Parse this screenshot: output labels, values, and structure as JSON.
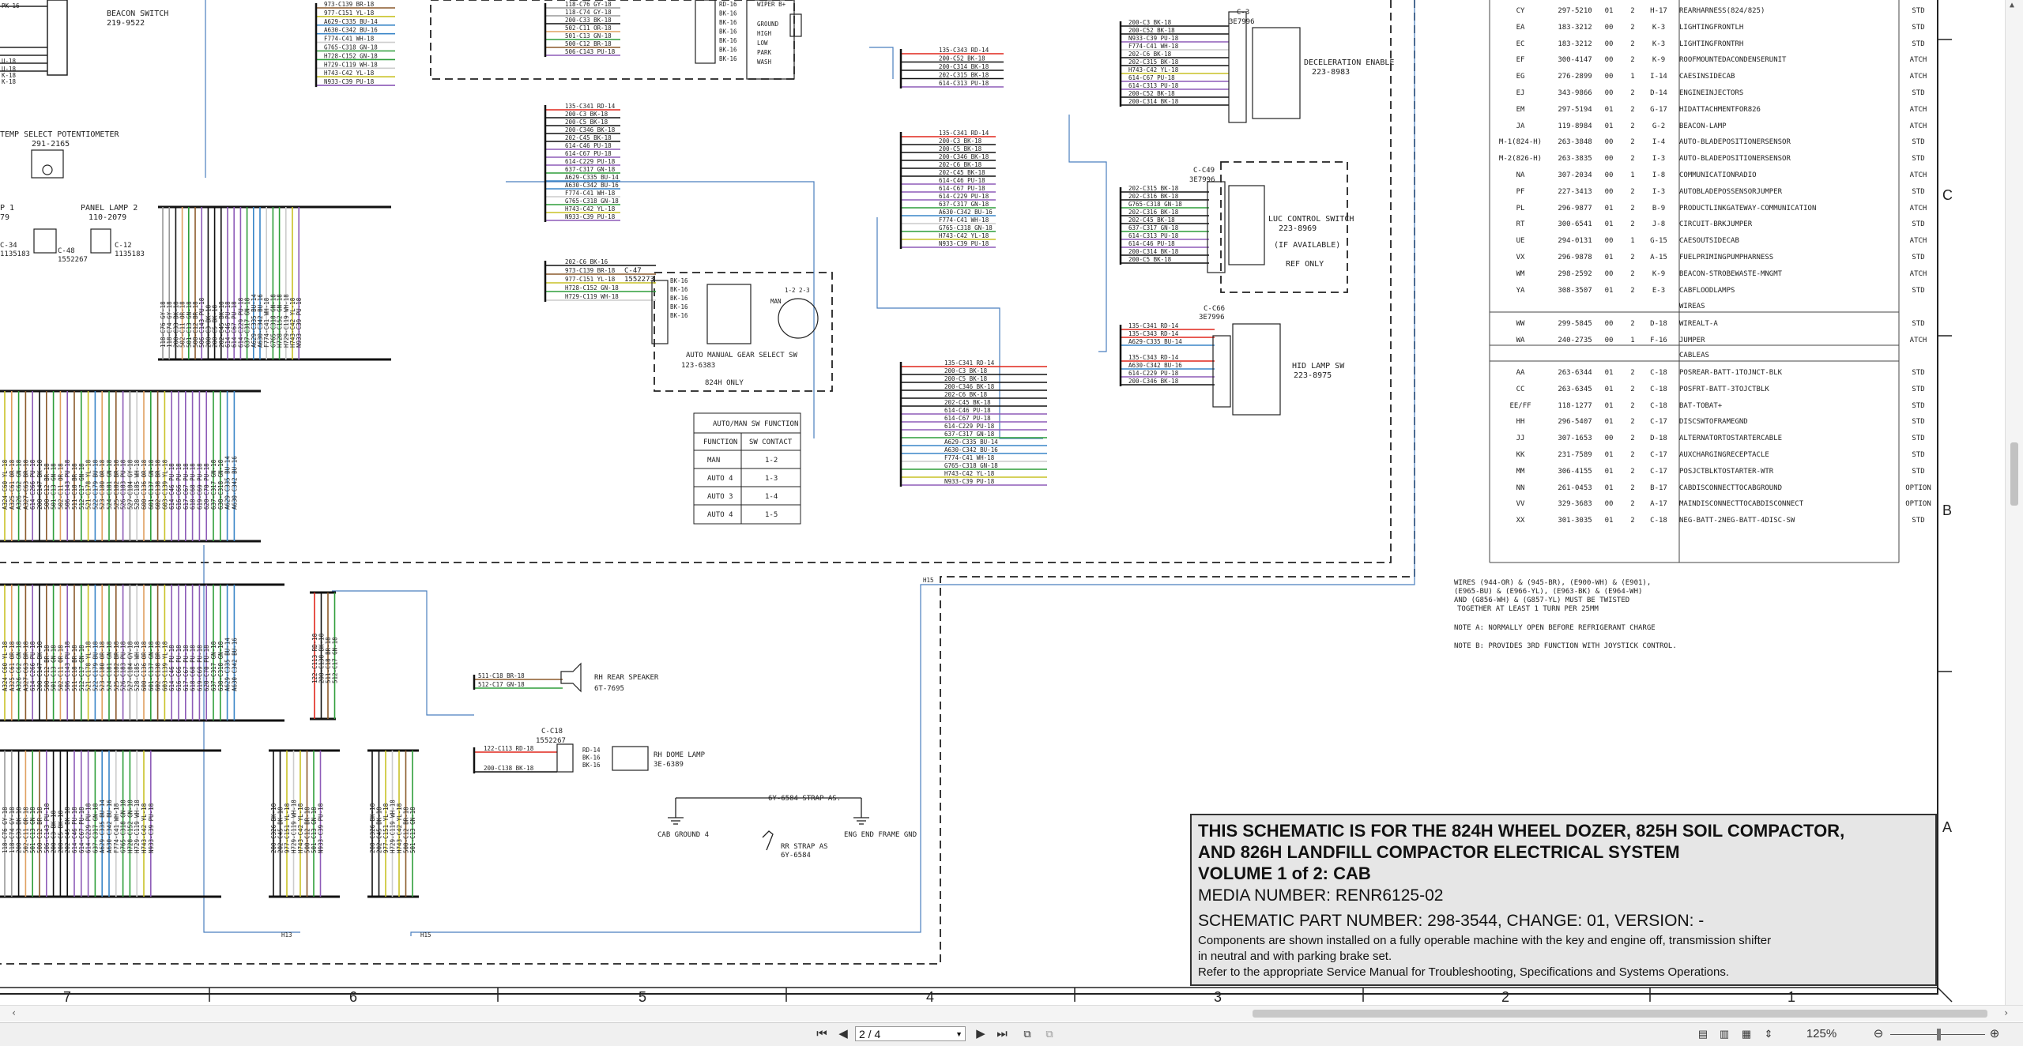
{
  "toolbar": {
    "page_value": "2 / 4",
    "zoom": "125%",
    "first_icon": "first-page-icon",
    "prev_icon": "prev-page-icon",
    "next_icon": "next-page-icon",
    "last_icon": "last-page-icon"
  },
  "title_block": {
    "line1": "THIS SCHEMATIC IS FOR THE 824H WHEEL DOZER, 825H SOIL COMPACTOR,",
    "line2": "AND 826H LANDFILL COMPACTOR ELECTRICAL SYSTEM",
    "line3": "VOLUME 1 of 2: CAB",
    "media": "MEDIA NUMBER: RENR6125-02",
    "part": "SCHEMATIC PART NUMBER: 298-3544, CHANGE: 01, VERSION: -",
    "note1": "Components are shown installed on a fully operable machine with the key and engine off, transmission shifter",
    "note2": "in neutral and with parking brake set.",
    "note3": "Refer to the appropriate Service Manual for Troubleshooting, Specifications and Systems Operations."
  },
  "zones": {
    "columns": [
      "7",
      "6",
      "5",
      "4",
      "3",
      "2",
      "1"
    ],
    "rows": [
      "C",
      "B",
      "A"
    ]
  },
  "harness_table": {
    "rows": [
      [
        "CY",
        "297-5210",
        "01",
        "2",
        "H-17",
        "REARHARNESS(824/825)",
        "STD"
      ],
      [
        "EA",
        "183-3212",
        "00",
        "2",
        "K-3",
        "LIGHTINGFRONTLH",
        "STD"
      ],
      [
        "EC",
        "183-3212",
        "00",
        "2",
        "K-3",
        "LIGHTINGFRONTRH",
        "STD"
      ],
      [
        "EF",
        "300-4147",
        "00",
        "2",
        "K-9",
        "ROOFMOUNTEDACONDENSERUNIT",
        "ATCH"
      ],
      [
        "EG",
        "276-2899",
        "00",
        "1",
        "I-14",
        "CAESINSIDECAB",
        "ATCH"
      ],
      [
        "EJ",
        "343-9866",
        "00",
        "2",
        "D-14",
        "ENGINEINJECTORS",
        "STD"
      ],
      [
        "EM",
        "297-5194",
        "01",
        "2",
        "G-17",
        "HIDATTACHMENTFOR826",
        "ATCH"
      ],
      [
        "JA",
        "119-8984",
        "01",
        "2",
        "G-2",
        "BEACON-LAMP",
        "ATCH"
      ],
      [
        "M-1(824-H)",
        "263-3848",
        "00",
        "2",
        "I-4",
        "AUTO-BLADEPOSITIONERSENSOR",
        "STD"
      ],
      [
        "M-2(826-H)",
        "263-3835",
        "00",
        "2",
        "I-3",
        "AUTO-BLADEPOSITIONERSENSOR",
        "STD"
      ],
      [
        "NA",
        "307-2034",
        "00",
        "1",
        "I-8",
        "COMMUNICATIONRADIO",
        "ATCH"
      ],
      [
        "PF",
        "227-3413",
        "00",
        "2",
        "I-3",
        "AUTOBLADEPOSSENSORJUMPER",
        "STD"
      ],
      [
        "PL",
        "296-9877",
        "01",
        "2",
        "B-9",
        "PRODUCTLINKGATEWAY-COMMUNICATION",
        "ATCH"
      ],
      [
        "RT",
        "300-6541",
        "01",
        "2",
        "J-8",
        "CIRCUIT-BRKJUMPER",
        "STD"
      ],
      [
        "UE",
        "294-0131",
        "00",
        "1",
        "G-15",
        "CAESOUTSIDECAB",
        "ATCH"
      ],
      [
        "VX",
        "296-9878",
        "01",
        "2",
        "A-15",
        "FUELPRIMINGPUMPHARNESS",
        "STD"
      ],
      [
        "WM",
        "298-2592",
        "00",
        "2",
        "K-9",
        "BEACON-STROBEWASTE-MNGMT",
        "ATCH"
      ],
      [
        "YA",
        "308-3507",
        "01",
        "2",
        "E-3",
        "CABFLOODLAMPS",
        "STD"
      ]
    ],
    "wireas_label": "WIREAS",
    "wireas_rows": [
      [
        "WW",
        "299-5845",
        "00",
        "2",
        "D-18",
        "WIREALT-A",
        "STD"
      ],
      [
        "WA",
        "240-2735",
        "00",
        "1",
        "F-16",
        "JUMPER",
        "ATCH"
      ]
    ],
    "cableas_label": "CABLEAS",
    "cable_rows": [
      [
        "AA",
        "263-6344",
        "01",
        "2",
        "C-18",
        "POSREAR-BATT-1TOJNCT-BLK",
        "STD"
      ],
      [
        "CC",
        "263-6345",
        "01",
        "2",
        "C-18",
        "POSFRT-BATT-3TOJCTBLK",
        "STD"
      ],
      [
        "EE/FF",
        "118-1277",
        "01",
        "2",
        "C-18",
        "BAT-TOBAT+",
        "STD"
      ],
      [
        "HH",
        "296-5407",
        "01",
        "2",
        "C-17",
        "DISCSWTOFRAMEGND",
        "STD"
      ],
      [
        "JJ",
        "307-1653",
        "00",
        "2",
        "D-18",
        "ALTERNATORTOSTARTERCABLE",
        "STD"
      ],
      [
        "KK",
        "231-7589",
        "01",
        "2",
        "C-17",
        "AUXCHARGINGRECEPTACLE",
        "STD"
      ],
      [
        "MM",
        "306-4155",
        "01",
        "2",
        "C-17",
        "POSJCTBLKTOSTARTER-WTR",
        "STD"
      ],
      [
        "NN",
        "261-0453",
        "01",
        "2",
        "B-17",
        "CABDISCONNECTTOCABGROUND",
        "OPTION"
      ],
      [
        "VV",
        "329-3683",
        "00",
        "2",
        "A-17",
        "MAINDISCONNECTTOCABDISCONNECT",
        "OPTION"
      ],
      [
        "XX",
        "301-3035",
        "01",
        "2",
        "C-18",
        "NEG-BATT-2NEG-BATT-4DISC-SW",
        "STD"
      ]
    ]
  },
  "notes": {
    "twist1": "WIRES (944-OR) & (945-BR), (E900-WH) & (E901),",
    "twist2": "(E965-BU) & (E966-YL), (E963-BK) & (E964-WH)",
    "twist3": "AND (G856-WH) & (G857-YL) MUST BE TWISTED",
    "twist4": "TOGETHER AT LEAST 1 TURN PER 25MM",
    "noteA": "NOTE A:  NORMALLY OPEN BEFORE REFRIGERANT CHARGE",
    "noteB": "NOTE B:  PROVIDES 3RD FUNCTION WITH JOYSTICK CONTROL."
  },
  "components": {
    "beacon": "BEACON SWITCH",
    "beacon_pn": "219-9522",
    "temp_pot": "TEMP SELECT POTENTIOMETER",
    "temp_pot_pn": "291-2165",
    "panel_lamp": "PANEL LAMP 2",
    "panel_lamp_pn": "110-2079",
    "lamp1": "P 1",
    "lamp1_pn": "79",
    "c34": "C-34",
    "c34_pn": "1135183",
    "c48": "C-48",
    "c48_pn": "1552267",
    "c12": "C-12",
    "c12_pn": "1135183",
    "c47": "C-47",
    "c47_pn": "1552273",
    "gear_sw": "AUTO MANUAL GEAR SELECT SW",
    "gear_sw_pn": "123-6383",
    "gear_only": "824H ONLY",
    "gear_man": "MAN",
    "gear_nums": "1-2  2-3",
    "c3": "C-3",
    "c3_pn": "3E7996",
    "decel": "DECELERATION ENABLE",
    "decel_pn": "223-8983",
    "c49": "C-C49",
    "c49_pn": "3E7996",
    "luc": "LUC CONTROL SWITCH",
    "luc_pn": "223-8969",
    "luc_avail": "(IF AVAILABLE)",
    "luc_ref": "REF ONLY",
    "c66": "C-C66",
    "c66_pn": "3E7996",
    "hid": "HID LAMP SW",
    "hid_pn": "223-8975",
    "speaker": "RH REAR SPEAKER",
    "speaker_pn": "6T-7695",
    "c18": "C-C18",
    "c18_pn": "1552267",
    "dome": "RH DOME LAMP",
    "dome_pn": "3E-6389",
    "strap": "6Y-6584 STRAP AS.",
    "cab_gnd": "CAB GROUND 4",
    "eng_gnd": "ENG END FRAME GND",
    "rr_strap": "RR STRAP AS",
    "rr_strap_pn": "6Y-6584",
    "h13": "H13",
    "h15a": "H15",
    "h15b": "H15",
    "wiper": "WIPER B+",
    "ground": "GROUND",
    "high": "HIGH",
    "low": "LOW",
    "park": "PARK",
    "wash": "WASH"
  },
  "func_table": {
    "h1": "FUNCTION",
    "h2": "SW CONTACT",
    "title": "AUTO/MAN SW FUNCTION",
    "rows": [
      [
        "MAN",
        "1-2"
      ],
      [
        "AUTO 4",
        "1-3"
      ],
      [
        "AUTO 3",
        "1-4"
      ],
      [
        "AUTO 4",
        "1-5"
      ]
    ]
  },
  "wires": {
    "w_tl": [
      "973-C139 BR-18",
      "977-C151 YL-18",
      "A629-C335 BU-14",
      "A630-C342 BU-16",
      "F774-C41 WH-18",
      "G765-C318 GN-18",
      "H728-C152 GN-18",
      "H729-C119 WH-18",
      "H743-C42 YL-18",
      "N933-C39 PU-18"
    ],
    "w_wiper": [
      "118-C76 GY-18",
      "118-C74 GY-18",
      "200-C33 BK-18",
      "502-C11 OR-18",
      "501-C13 GN-18",
      "500-C12 BR-18",
      "506-C143 PU-18"
    ],
    "w_c2": [
      "135-C341 RD-14",
      "200-C3 BK-18",
      "200-C5 BK-18",
      "200-C346 BK-18",
      "202-C45 BK-18",
      "614-C46 PU-18",
      "614-C67 PU-18",
      "614-C229 PU-18",
      "637-C317 GN-18",
      "A629-C335 BU-14",
      "A630-C342 BU-16",
      "F774-C41 WH-18",
      "G765-C318 GN-18",
      "H743-C42 YL-18",
      "N933-C39 PU-18"
    ],
    "w_c47": [
      "202-C6 BK-16",
      "973-C139 BR-18",
      "977-C151 YL-18",
      "H728-C152 GN-18",
      "H729-C119 WH-18"
    ],
    "w_c47_pins": [
      "BK-16",
      "BK-16",
      "BK-16",
      "BK-16",
      "BK-16"
    ],
    "w_top_mid": [
      "135-C343 RD-14",
      "200-C52 BK-18",
      "200-C314 BK-18",
      "202-C315 BK-18",
      "614-C313 PU-18"
    ],
    "w_mid": [
      "135-C341 RD-14",
      "200-C3 BK-18",
      "200-C5 BK-18",
      "200-C346 BK-18",
      "202-C6 BK-18",
      "202-C45 BK-18",
      "614-C46 PU-18",
      "614-C67 PU-18",
      "614-C229 PU-18",
      "637-C317 GN-18",
      "A630-C342 BU-16",
      "F774-C41 WH-18",
      "G765-C318 GN-18",
      "H743-C42 YL-18",
      "N933-C39 PU-18"
    ],
    "w_bot_mid": [
      "135-C341 RD-14",
      "200-C3 BK-18",
      "200-C5 BK-18",
      "200-C346 BK-18",
      "202-C6 BK-18",
      "202-C45 BK-18",
      "614-C46 PU-18",
      "614-C67 PU-18",
      "614-C229 PU-18",
      "637-C317 GN-18",
      "A629-C335 BU-14",
      "A630-C342 BU-16",
      "F774-C41 WH-18",
      "G765-C318 GN-18",
      "H743-C42 YL-18",
      "N933-C39 PU-18"
    ],
    "w_c3": [
      "200-C3 BK-18",
      "200-C52 BK-18",
      "N933-C39 PU-18",
      "F774-C41 WH-18",
      "202-C6 BK-18",
      "202-C315 BK-18",
      "H743-C42 YL-18",
      "614-C67 PU-18",
      "614-C313 PU-18",
      "200-C52 BK-18",
      "200-C314 BK-18"
    ],
    "w_c49": [
      "202-C315 BK-18",
      "202-C316 BK-18",
      "G765-C318 GN-18",
      "202-C316 BK-18",
      "202-C45 BK-18",
      "637-C317 GN-18",
      "614-C313 PU-18",
      "614-C46 PU-18",
      "200-C314 BK-18",
      "200-C5 BK-18"
    ],
    "w_c66": [
      "135-C341 RD-14",
      "135-C343 RD-14",
      "A629-C335 BU-14",
      "",
      "135-C343 RD-14",
      "A630-C342 BU-16",
      "614-C229 PU-18",
      "200-C346 BK-18"
    ],
    "w_speaker": [
      "511-C18 BR-18",
      "512-C17 GN-18"
    ],
    "w_dome": [
      "122-C113 RD-18",
      "200-C138 BK-18"
    ],
    "w_dome_pins": [
      "RD-14",
      "BK-16",
      "BK-16"
    ],
    "w_wiper_pins": [
      "RD-16",
      "BK-16",
      "BK-16",
      "BK-16",
      "BK-16",
      "BK-16",
      "BK-16"
    ],
    "w_left": [
      "PK-16",
      "U-18",
      "U-18",
      "K-18",
      "K-18"
    ],
    "v_a": [
      "118-C76 GY-18",
      "118-C74 GY-18",
      "200-C33 BK-18",
      "502-C11 OR-18",
      "501-C13 GN-18",
      "500-C12 BR-18",
      "506-C143 PU-18",
      "200-C3 BK-18",
      "200-C5 BK-18",
      "202-C45 BK-18",
      "614-C46 PU-18",
      "614-C67 PU-18",
      "614-C229 PU-18",
      "637-C317 GN-18",
      "A629-C335 BU-14",
      "A630-C342 BU-16",
      "F774-C41 WH-18",
      "G765-C318 GN-18",
      "H728-C152 GN-18",
      "H729-C119 WH-18",
      "H743-C42 YL-18",
      "N933-C39 PU-18"
    ],
    "v_b": [
      "A324-C60 YL-18",
      "A325-C61 OR-18",
      "A326-C62 GN-18",
      "A327-C63 BR-18",
      "614-C266 PU-18",
      "200-C147 BK-18",
      "500-C12 BR-18",
      "501-C13 GN-18",
      "502-C11 OR-18",
      "506-C143 PU-18",
      "511-C18 BR-18",
      "512-C17 GN-18",
      "521-C178 YL-18",
      "522-C179 BU-18",
      "523-C180 OR-18",
      "524-C181 GN-18",
      "525-C182 BR-18",
      "526-C183 PU-18",
      "527-C184 GY-18",
      "528-C185 WH-18",
      "600-C136 OR-18",
      "601-C137 GN-18",
      "602-C138 BR-18",
      "603-C139 YL-18",
      "614-C46 PU-18",
      "616-C66 PU-18",
      "617-C67 PU-18",
      "618-C68 PU-18",
      "619-C69 PU-18",
      "620-C70 PU-18",
      "637-C317 GN-18",
      "638-C318 GN-18",
      "A629-C335 BU-14",
      "A630-C342 BU-16"
    ],
    "v_c": [
      "122-C113 RD-18",
      "200-C138 BK-18",
      "511-C18 BR-18",
      "512-C17 GN-18"
    ],
    "v_d": [
      "200-C326 BK-18",
      "202-C45 BK-18",
      "977-C151 YL-18",
      "H729-C119 WH-18",
      "H743-C42 YL-18",
      "500-C12 BR-18",
      "501-C13 GN-18",
      "N933-C39 PU-18"
    ]
  }
}
